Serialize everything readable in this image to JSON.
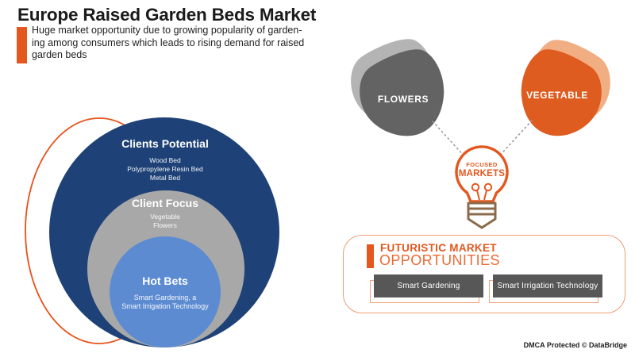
{
  "header": {
    "title": "Europe Raised Garden Beds Market",
    "description": "Huge market opportunity due to growing popularity of garden-\ning among consumers which leads to rising demand for raised\ngarden beds"
  },
  "venn": {
    "outer_title": "Clients Potential",
    "outer_items": "Wood Bed\nPolypropylene Resin Bed\nMetal Bed",
    "middle_title": "Client Focus",
    "middle_items": "Vegetable\nFlowers",
    "inner_title": "Hot Bets",
    "inner_items": "Smart Gardening, a\nSmart Irrigation Technology"
  },
  "focus_map": {
    "left_label": "FLOWERS",
    "right_label": "VEGETABLE",
    "bulb_line1": "FOCUSED",
    "bulb_line2": "MARKETS"
  },
  "opportunities": {
    "heading_line1": "FUTURISTIC MARKET",
    "heading_line2": "OPPORTUNITIES",
    "buttons": [
      "Smart Gardening",
      "Smart Irrigation Technology"
    ]
  },
  "footer": {
    "copyright": "DMCA Protected © DataBridge"
  },
  "colors": {
    "accent_orange": "#E4571E",
    "salmon_outline": "#F2A379",
    "navy_circle": "#1E4277",
    "gray_circle": "#A8A8A8",
    "light_blue_circle": "#5C8BD2",
    "dark_gray_blob": "#636363",
    "button_gray": "#575757",
    "bulb_base_brown": "#8B6B4B"
  }
}
